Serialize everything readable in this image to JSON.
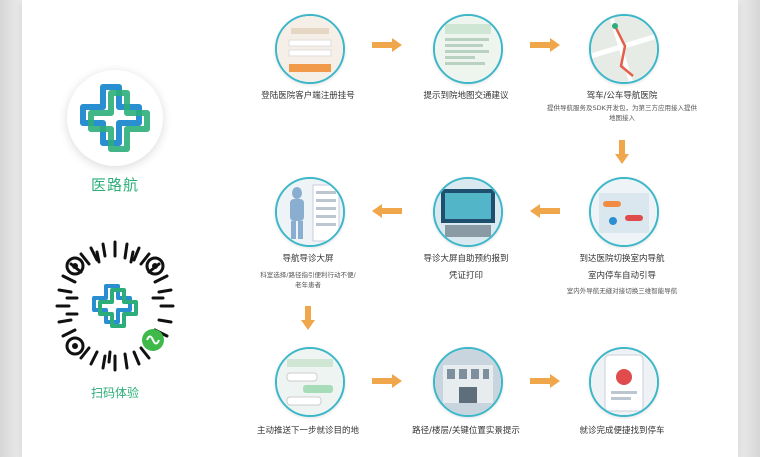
{
  "left_panel": {
    "app_name": "医路航",
    "scan_label": "扫码体验"
  },
  "steps": [
    {
      "title": "登陆医院客户端注册挂号",
      "desc": ""
    },
    {
      "title": "提示到院地图交通建议",
      "desc": ""
    },
    {
      "title": "驾车/公车导航医院",
      "desc": "提供导航服务及SDK开发包，为第三方应用接入提供地图接入"
    },
    {
      "title": "到达医院切换室内导航",
      "title2": "室内停车自动引导",
      "desc": "室内外导航无缝对接切换三维智能导航"
    },
    {
      "title": "导诊大屏自助预约报到",
      "title2": "凭证打印",
      "desc": ""
    },
    {
      "title": "导航导诊大屏",
      "desc": "科室选择/路径指引便利行动不便/老年患者"
    },
    {
      "title": "主动推送下一步就诊目的地",
      "desc": ""
    },
    {
      "title": "路径/楼层/关键位置实景提示",
      "desc": ""
    },
    {
      "title": "就诊完成便捷找到停车",
      "desc": ""
    }
  ],
  "colors": {
    "accent_green": "#2cae7a",
    "accent_blue": "#2a8fd0",
    "arrow_orange": "#f0a64a",
    "circle_border": "#3bb7c9"
  }
}
